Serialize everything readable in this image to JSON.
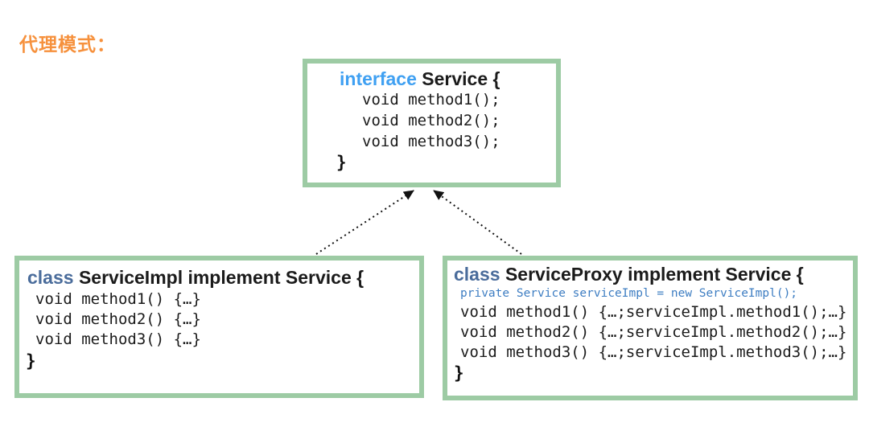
{
  "page": {
    "title": "代理模式："
  },
  "colors": {
    "title_orange": "#F6913D",
    "box_border_green": "#9DCBA4",
    "interface_keyword_blue": "#3FA0F2",
    "class_keyword_slate": "#4A6C9B",
    "field_line_blue": "#3D7DC2",
    "code_text_black": "#1B1B1B",
    "arrow_black": "#111111"
  },
  "interface_box": {
    "keyword": "interface",
    "title": "Service {",
    "methods": [
      "void method1();",
      "void method2();",
      "void method3();"
    ],
    "closing_brace": "}"
  },
  "impl_box": {
    "keyword": "class",
    "title": "ServiceImpl implement Service {",
    "methods": [
      "void method1() {…}",
      "void method2() {…}",
      "void method3() {…}"
    ],
    "closing_brace": "}"
  },
  "proxy_box": {
    "keyword": "class",
    "title": "ServiceProxy implement Service {",
    "field_declaration": "private Service serviceImpl = new ServiceImpl();",
    "methods": [
      "void method1() {…;serviceImpl.method1();…}",
      "void method2() {…;serviceImpl.method2();…}",
      "void method3() {…;serviceImpl.method3();…}"
    ],
    "closing_brace": "}"
  },
  "arrows": [
    {
      "from": "ServiceImpl",
      "to": "Service",
      "style": "dotted-implements-arrow"
    },
    {
      "from": "ServiceProxy",
      "to": "Service",
      "style": "dotted-implements-arrow"
    }
  ]
}
